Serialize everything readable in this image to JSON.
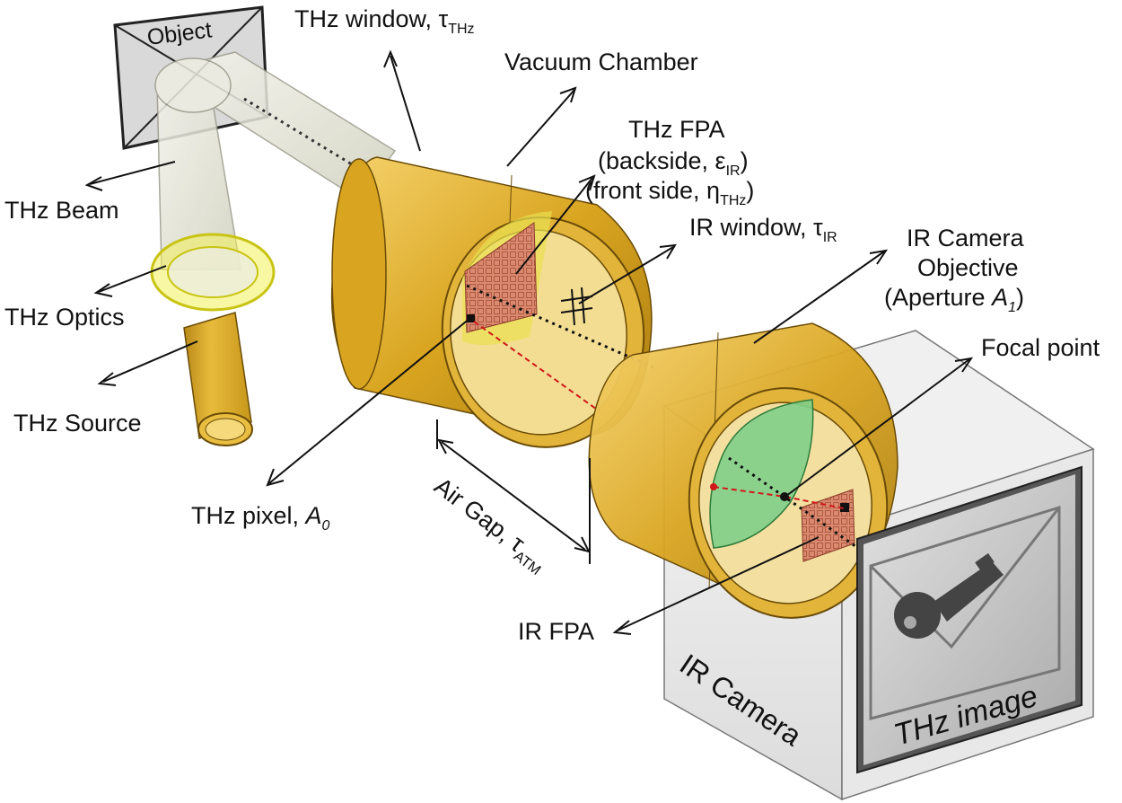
{
  "diagram": {
    "labels": {
      "object": "Object",
      "thz_window": "THz window, τ",
      "thz_window_sub": "THz",
      "vacuum_chamber": "Vacuum Chamber",
      "thz_fpa_title": "THz FPA",
      "thz_fpa_back": "(backside, ε",
      "thz_fpa_back_sub": "IR",
      "thz_fpa_front": "(front side, η",
      "thz_fpa_front_sub": "THz",
      "ir_window": "IR window, τ",
      "ir_window_sub": "IR",
      "ir_cam_obj_1": "IR Camera",
      "ir_cam_obj_2": "Objective",
      "ir_cam_obj_3": "(Aperture ",
      "ir_cam_obj_3_var": "A",
      "ir_cam_obj_3_sub": "1",
      "focal_point": "Focal point",
      "thz_beam": "THz Beam",
      "thz_optics": "THz Optics",
      "thz_source": "THz Source",
      "thz_pixel": "THz pixel, ",
      "thz_pixel_var": "A",
      "thz_pixel_sub": "0",
      "air_gap": "Air Gap, τ",
      "air_gap_sub": "ATM",
      "ir_fpa": "IR FPA",
      "ir_camera": "IR Camera",
      "thz_image": "THz image"
    },
    "colors": {
      "gold": "#d9a520",
      "gold_dark": "#a87a10",
      "gold_light": "#f3cf6a",
      "beam": "#e6e6d8",
      "green": "#7fcf8a",
      "fpa": "#d98a70",
      "optics": "#f2f05a",
      "red_dash": "#d01818",
      "box": "#ececec"
    }
  }
}
